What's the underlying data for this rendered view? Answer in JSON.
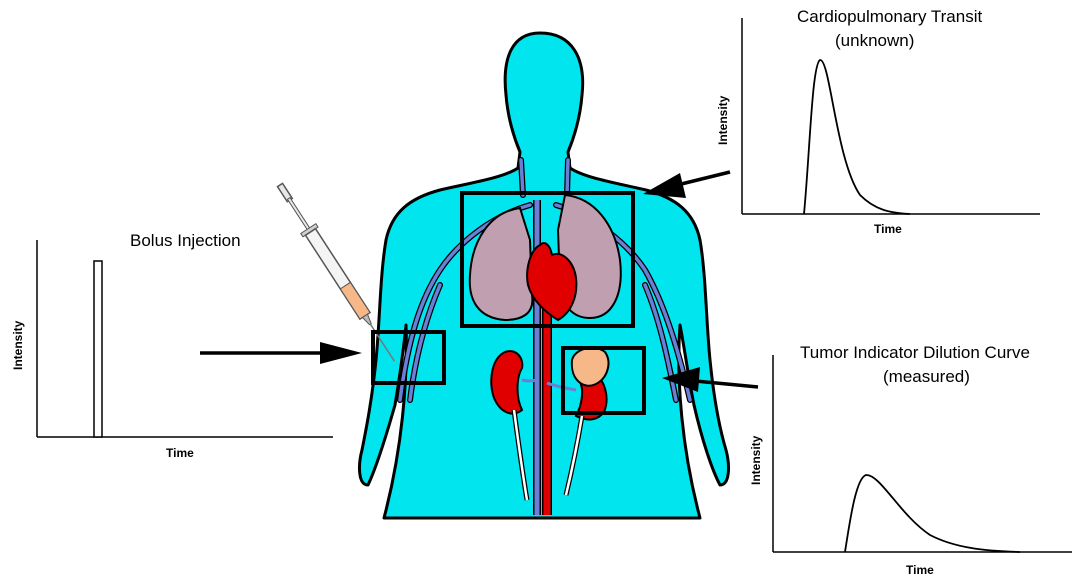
{
  "bolus": {
    "title": "Bolus Injection",
    "xlabel": "Time",
    "ylabel": "Intensity"
  },
  "cardiopulmonary": {
    "title_line1": "Cardiopulmonary Transit",
    "title_line2": "(unknown)",
    "xlabel": "Time",
    "ylabel": "Intensity"
  },
  "tumor": {
    "title_line1": "Tumor Indicator Dilution Curve",
    "title_line2": "(measured)",
    "xlabel": "Time",
    "ylabel": "Intensity"
  },
  "colors": {
    "body": "#00E5EE",
    "vein": "#6B7FD7",
    "artery": "#E00000",
    "lung": "#C0A0B0",
    "tumor": "#F6B888"
  }
}
